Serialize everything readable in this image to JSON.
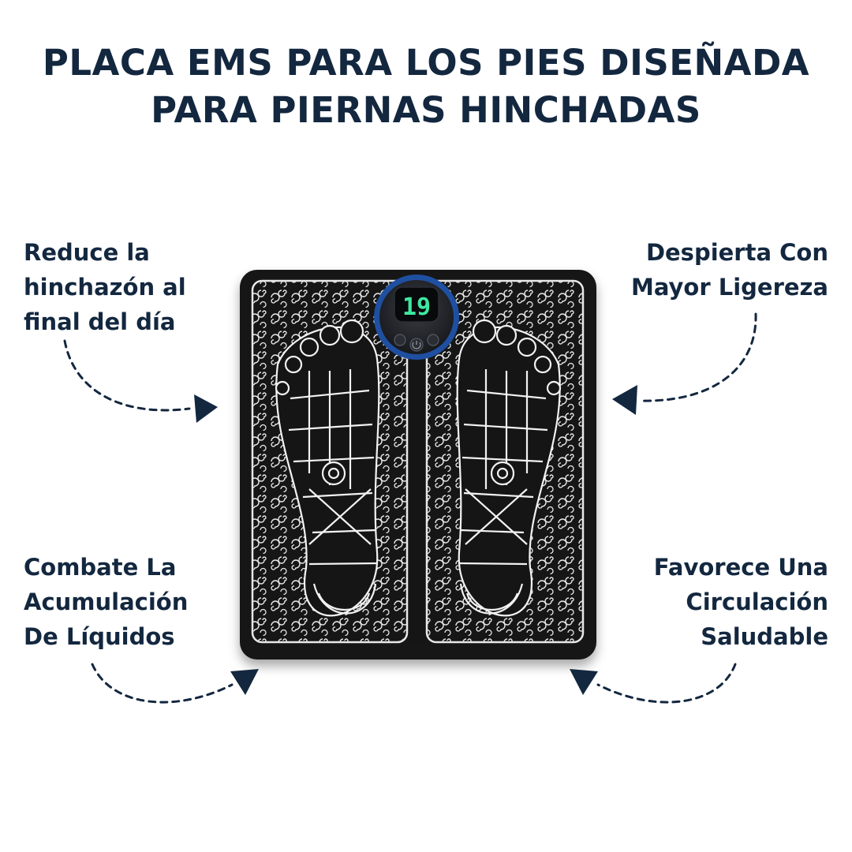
{
  "headline": {
    "line1": "PLACA EMS PARA LOS PIES DISEÑADA",
    "line2": "PARA PIERNAS HINCHADAS"
  },
  "callouts": {
    "top_left": [
      "Reduce la",
      "hinchazón al",
      "final del día"
    ],
    "top_right": [
      "Despierta Con",
      "Mayor Ligereza"
    ],
    "bottom_left": [
      "Combate La",
      "Acumulación",
      "De Líquidos"
    ],
    "bottom_right": [
      "Favorece Una",
      "Circulación",
      "Saludable"
    ]
  },
  "device": {
    "display_value": "19"
  },
  "colors": {
    "text": "#13273f",
    "arrow": "#13273f",
    "mat": "#151515",
    "pattern": "#e8e8e8",
    "display_digits": "#3ee8a0",
    "control_ring": "#1f4fa0"
  }
}
